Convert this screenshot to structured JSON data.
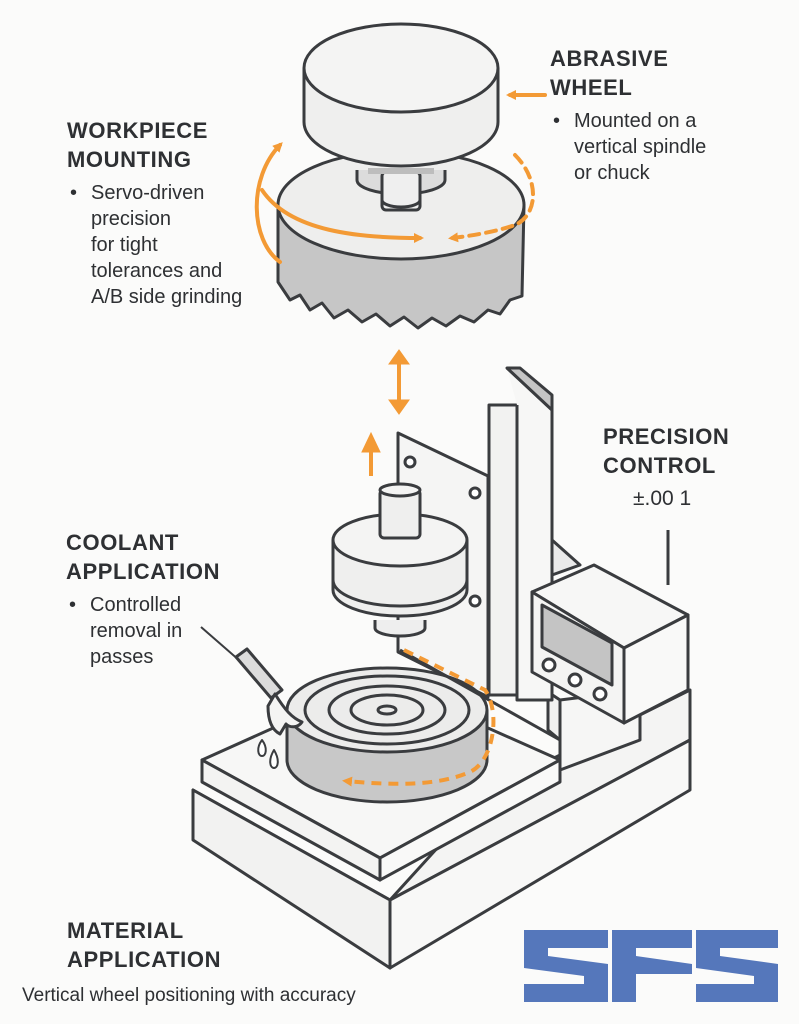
{
  "labels": {
    "abrasive_wheel": {
      "heading_line1": "ABRASIVE",
      "heading_line2": "WHEEL",
      "bullet_lines": [
        "Mounted on a",
        "vertical spindle",
        "or chuck"
      ]
    },
    "workpiece_mounting": {
      "heading_line1": "WORKPIECE",
      "heading_line2": "MOUNTING",
      "bullet_lines": [
        "Servo-driven",
        "precision",
        "for tight",
        "tolerances and",
        "A/B side grinding"
      ]
    },
    "precision_control": {
      "heading_line1": "PRECISION",
      "heading_line2": "CONTROL",
      "tolerance": "±.00 1"
    },
    "coolant_application": {
      "heading_line1": "COOLANT",
      "heading_line2": "APPLICATION",
      "bullet_lines": [
        "Controlled",
        "removal in",
        "passes"
      ]
    },
    "material_application": {
      "heading_line1": "MATERIAL",
      "heading_line2": "APPLICATION"
    }
  },
  "bullet_glyph": "•",
  "caption": "Vertical wheel positioning with accuracy",
  "logo": {
    "text": "SFS",
    "color": "#5577bb"
  },
  "colors": {
    "accent_orange": "#f39a35",
    "outline": "#3a3c3f",
    "fill_light": "#f2f2f1",
    "fill_gray": "#c9c9c9"
  },
  "icons": {
    "rotation_arrow": "curved-orange-arrow",
    "vertical_motion": "double-headed-arrow",
    "up_motion": "up-arrow",
    "feed_arrow": "left-arrow"
  }
}
